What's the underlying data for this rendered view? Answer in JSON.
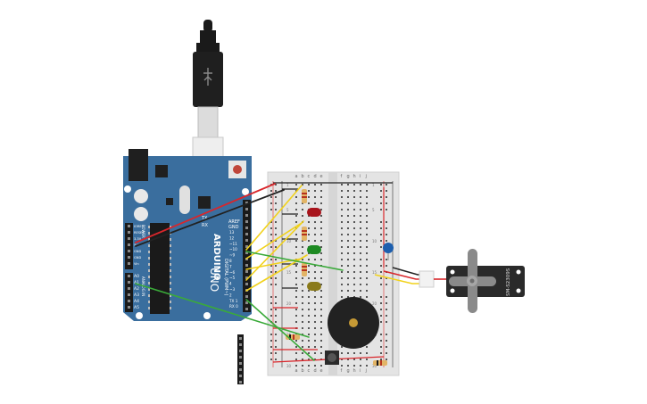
{
  "arduino": {
    "logo": "ARDUINO",
    "model": "UNO",
    "digital_label": "DIGITAL (PWM~)",
    "power_label": "POWER",
    "analog_label": "ANALOG IN",
    "tx": "TX",
    "rx": "RX",
    "aref": "AREF",
    "gnd": "GND",
    "power_pins": [
      "IOREF",
      "RESET",
      "3.3V",
      "5V",
      "GND",
      "GND",
      "Vin"
    ],
    "analog_pins": [
      "A0",
      "A1",
      "A2",
      "A3",
      "A4",
      "A5"
    ],
    "digital_pins": [
      "13",
      "12",
      "~11",
      "~10",
      "~9",
      "8",
      "7",
      "~6",
      "~5",
      "4",
      "~3",
      "2",
      "TX 1",
      "RX 0"
    ]
  },
  "breadboard": {
    "cols_left": [
      "a",
      "b",
      "c",
      "d",
      "e"
    ],
    "cols_right": [
      "f",
      "g",
      "h",
      "i",
      "j"
    ],
    "row_numbers": [
      "1",
      "5",
      "10",
      "15",
      "20",
      "25",
      "30"
    ]
  },
  "servo": {
    "label": "SM-S2309S"
  },
  "colors": {
    "board": "#3a6e9e",
    "board_dark": "#2c5a85",
    "breadboard": "#e4e4e4",
    "wire_red": "#d9262b",
    "wire_black": "#222222",
    "wire_yellow": "#f1d21c",
    "wire_green": "#3aaa3a",
    "led_red": "#a8141c",
    "led_green": "#1d8a22",
    "led_yellow": "#8a7a1a",
    "buzzer": "#222222",
    "servo": "#2a2a2a",
    "capacitor": "#1e5fae"
  }
}
